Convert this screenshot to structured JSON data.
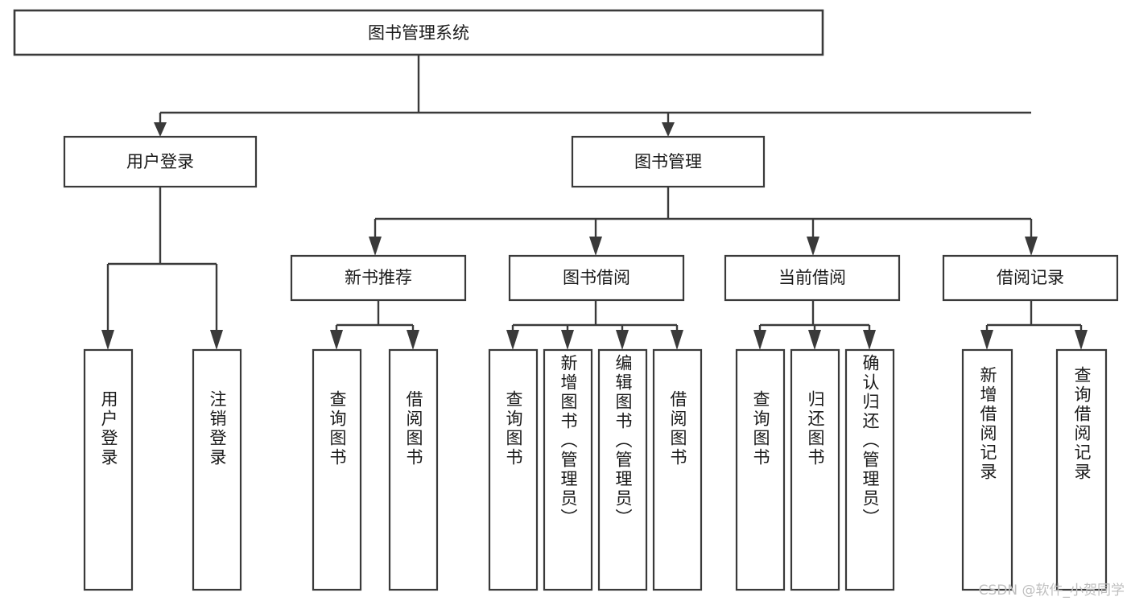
{
  "diagram": {
    "title": "图书管理系统",
    "watermark": "CSDN @软件_小贺同学",
    "colors": {
      "stroke": "#3a3a3a",
      "fill": "#ffffff",
      "text": "#1a1a1a",
      "watermark": "#bfbfbf"
    },
    "root": {
      "label": "图书管理系统"
    },
    "level2": [
      {
        "label": "用户登录"
      },
      {
        "label": "图书管理"
      }
    ],
    "level3": [
      {
        "label": "新书推荐"
      },
      {
        "label": "图书借阅"
      },
      {
        "label": "当前借阅"
      },
      {
        "label": "借阅记录"
      }
    ],
    "leaves": {
      "user_login": [
        {
          "label": "用户登录"
        },
        {
          "label": "注销登录"
        }
      ],
      "new_book": [
        {
          "label": "查询图书"
        },
        {
          "label": "借阅图书"
        }
      ],
      "book_borrow": [
        {
          "label": "查询图书"
        },
        {
          "label": "新增图书（管理员）"
        },
        {
          "label": "编辑图书（管理员）"
        },
        {
          "label": "借阅图书"
        }
      ],
      "current_borrow": [
        {
          "label": "查询图书"
        },
        {
          "label": "归还图书"
        },
        {
          "label": "确认归还（管理员）"
        }
      ],
      "borrow_record": [
        {
          "label": "新增借阅记录"
        },
        {
          "label": "查询借阅记录"
        }
      ]
    }
  }
}
